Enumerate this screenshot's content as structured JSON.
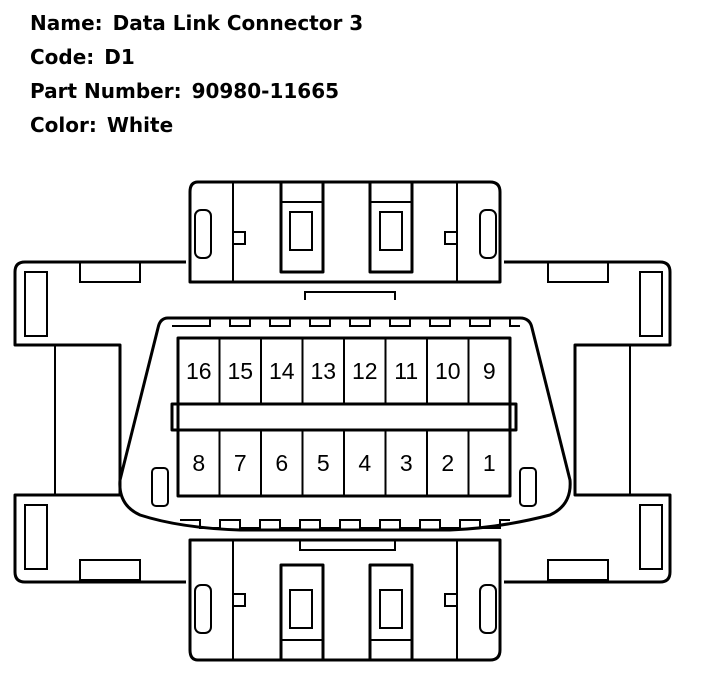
{
  "connector": {
    "name_label": "Name:",
    "name": "Data Link Connector 3",
    "code_label": "Code:",
    "code": "D1",
    "part_label": "Part Number:",
    "part_number": "90980-11665",
    "color_label": "Color:",
    "color": "White"
  },
  "pins": {
    "top_row": [
      "16",
      "15",
      "14",
      "13",
      "12",
      "11",
      "10",
      "9"
    ],
    "bottom_row": [
      "8",
      "7",
      "6",
      "5",
      "4",
      "3",
      "2",
      "1"
    ]
  }
}
